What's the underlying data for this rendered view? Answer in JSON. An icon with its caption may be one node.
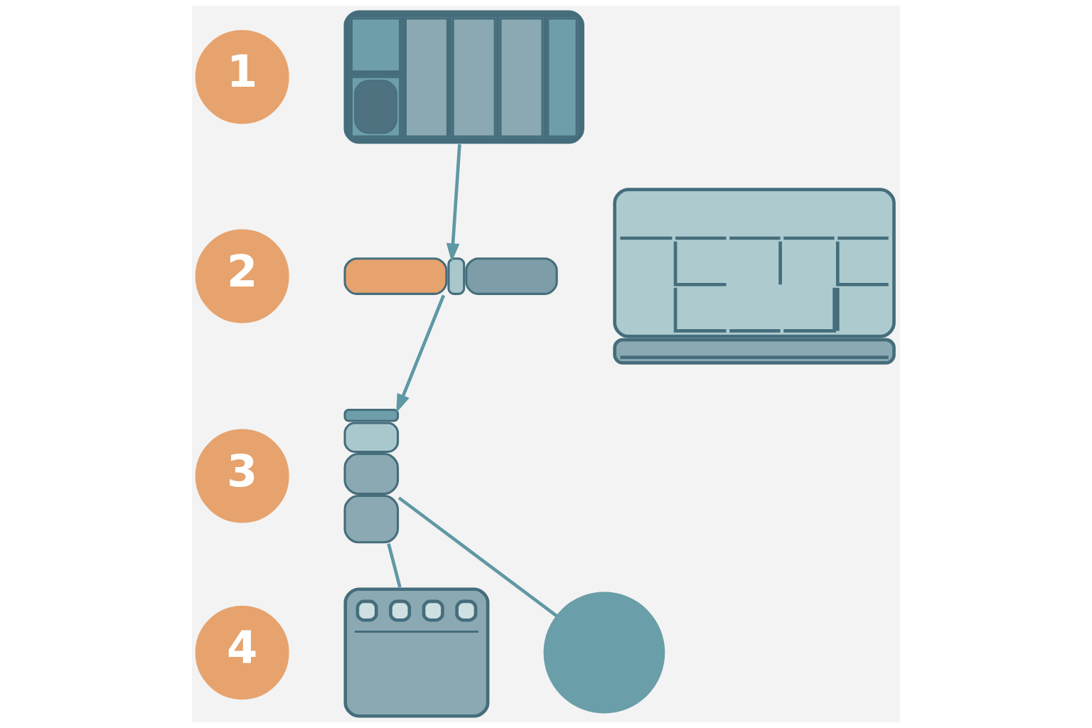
{
  "diagram": {
    "nodes": [
      {
        "text": [
          "1"
        ]
      },
      {
        "text": [],
        "shape": "picture"
      },
      {
        "text": [
          "2"
        ]
      },
      {
        "text": [],
        "shape": "picture"
      },
      {
        "text": [],
        "shape": "picture"
      },
      {
        "text": [
          "3"
        ]
      },
      {
        "text": [],
        "shape": "picture"
      },
      {
        "text": [
          "4"
        ]
      },
      {
        "text": [],
        "shape": "picture"
      },
      {
        "text": [],
        "shape": "circle"
      }
    ],
    "edges": [
      {
        "from": 1,
        "to": 3,
        "arrow": "to"
      },
      {
        "from": 3,
        "to": 6,
        "arrow": "to"
      },
      {
        "from": 6,
        "to": 8,
        "arrow": "none"
      },
      {
        "from": 6,
        "to": 9,
        "arrow": "none"
      }
    ]
  }
}
